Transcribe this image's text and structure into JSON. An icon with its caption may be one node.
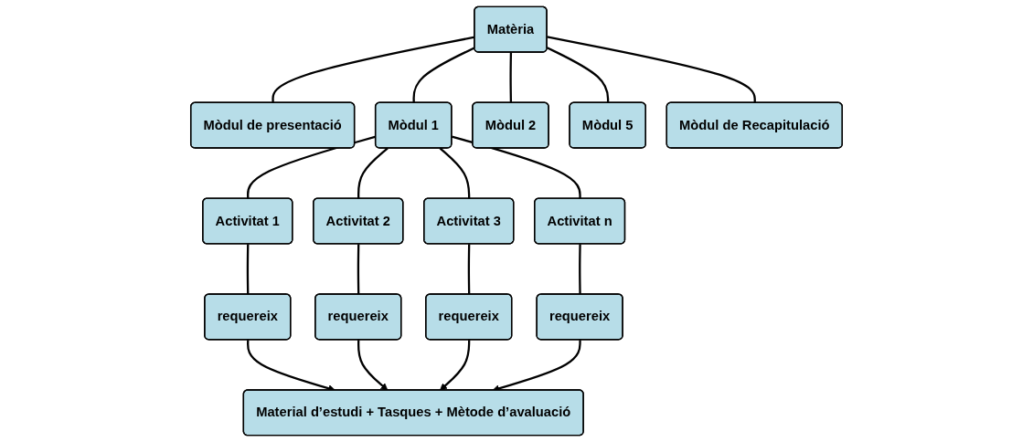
{
  "diagram": {
    "nodes": [
      {
        "text": [
          "Matèria"
        ]
      },
      {
        "text": [
          "Mòdul de presentació"
        ]
      },
      {
        "text": [
          "Mòdul 1"
        ]
      },
      {
        "text": [
          "Mòdul 2"
        ]
      },
      {
        "text": [
          "Mòdul 5"
        ]
      },
      {
        "text": [
          "Mòdul de Recapitulació"
        ]
      },
      {
        "text": [
          "Activitat 1"
        ]
      },
      {
        "text": [
          "Activitat 2"
        ]
      },
      {
        "text": [
          "Activitat 3"
        ]
      },
      {
        "text": [
          "Activitat n"
        ]
      },
      {
        "text": [
          "requereix"
        ]
      },
      {
        "text": [
          "requereix"
        ]
      },
      {
        "text": [
          "requereix"
        ]
      },
      {
        "text": [
          "requereix"
        ]
      },
      {
        "text": [
          "Material d’estudi + Tasques + Mètode d’avaluació"
        ]
      }
    ],
    "edges": [
      {
        "from": 0,
        "to": 1,
        "arrow": "none"
      },
      {
        "from": 0,
        "to": 2,
        "arrow": "none"
      },
      {
        "from": 0,
        "to": 3,
        "arrow": "none"
      },
      {
        "from": 0,
        "to": 4,
        "arrow": "none"
      },
      {
        "from": 0,
        "to": 5,
        "arrow": "none"
      },
      {
        "from": 2,
        "to": 6,
        "arrow": "none"
      },
      {
        "from": 2,
        "to": 7,
        "arrow": "none"
      },
      {
        "from": 2,
        "to": 8,
        "arrow": "none"
      },
      {
        "from": 2,
        "to": 9,
        "arrow": "none"
      },
      {
        "from": 6,
        "to": 10,
        "arrow": "none"
      },
      {
        "from": 7,
        "to": 11,
        "arrow": "none"
      },
      {
        "from": 8,
        "to": 12,
        "arrow": "none"
      },
      {
        "from": 9,
        "to": 13,
        "arrow": "none"
      },
      {
        "from": 10,
        "to": 14,
        "arrow": "to"
      },
      {
        "from": 11,
        "to": 14,
        "arrow": "to"
      },
      {
        "from": 12,
        "to": 14,
        "arrow": "to"
      },
      {
        "from": 13,
        "to": 14,
        "arrow": "to"
      }
    ]
  }
}
